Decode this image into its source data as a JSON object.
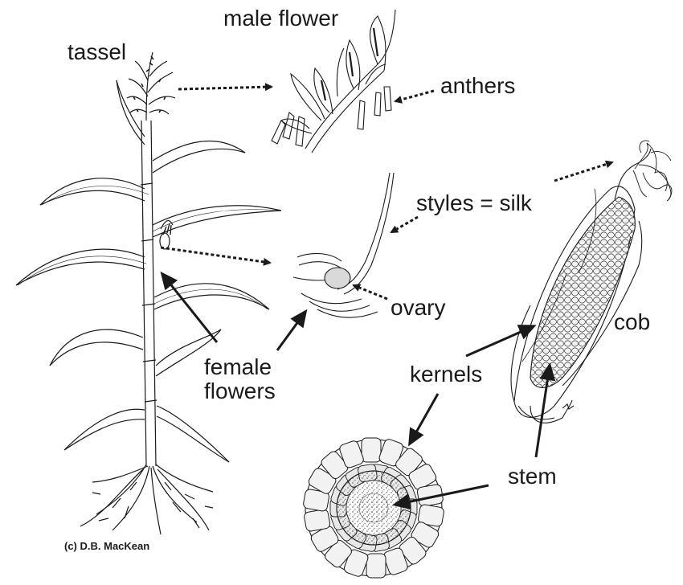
{
  "labels": {
    "tassel": "tassel",
    "male_flower": "male flower",
    "anthers": "anthers",
    "styles_silk": "styles = silk",
    "ovary": "ovary",
    "cob": "cob",
    "female_flowers": [
      "female",
      "flowers"
    ],
    "kernels": "kernels",
    "stem": "stem"
  },
  "copyright": "(c) D.B. MacKean",
  "colors": {
    "ink": "#1a1a1a",
    "background": "#ffffff",
    "kernel_fill": "#f2f2f2",
    "ovary_fill": "#d9d9d9"
  }
}
